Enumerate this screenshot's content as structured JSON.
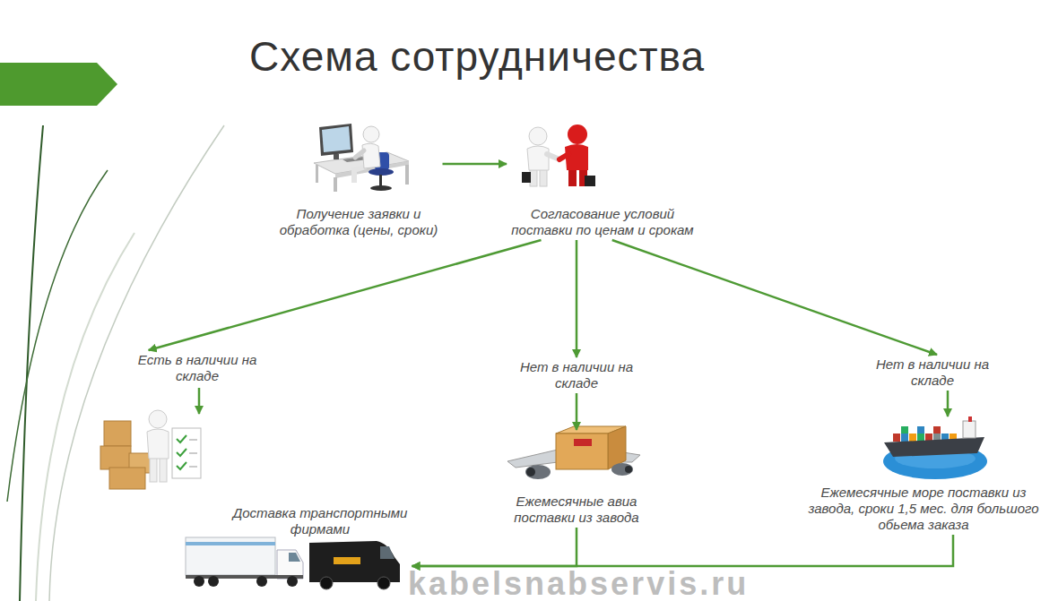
{
  "diagram": {
    "title": "Схема сотрудничества",
    "nodes": [
      {
        "text": [
          "Получение заявки и обработка (цены, сроки)"
        ]
      },
      {
        "text": [
          "Согласование условий поставки по ценам и срокам"
        ]
      },
      {
        "text": [
          "Есть в наличии на складе"
        ]
      },
      {
        "text": [
          "Нет в наличии на складе"
        ]
      },
      {
        "text": [
          "Нет в наличии на складе"
        ]
      },
      {
        "text": [
          "Ежемесячные авиа поставки из завода"
        ]
      },
      {
        "text": [
          "Ежемесячные море поставки из завода, сроки 1,5 мес. для большого обьема заказа"
        ]
      },
      {
        "text": [
          "Доставка транспортными фирмами"
        ]
      }
    ],
    "edges": [
      {
        "from": 0,
        "to": 1,
        "arrow": "to"
      },
      {
        "from": 1,
        "to": 2,
        "arrow": "to"
      },
      {
        "from": 1,
        "to": 3,
        "arrow": "to"
      },
      {
        "from": 1,
        "to": 4,
        "arrow": "to"
      },
      {
        "from": 3,
        "to": 5,
        "arrow": "to"
      },
      {
        "from": 4,
        "to": 6,
        "arrow": "to"
      },
      {
        "from": 5,
        "to": 7,
        "arrow": "to"
      },
      {
        "from": 6,
        "to": 7,
        "arrow": "to"
      }
    ],
    "labels": [
      "kabelsnabservis.ru"
    ]
  }
}
